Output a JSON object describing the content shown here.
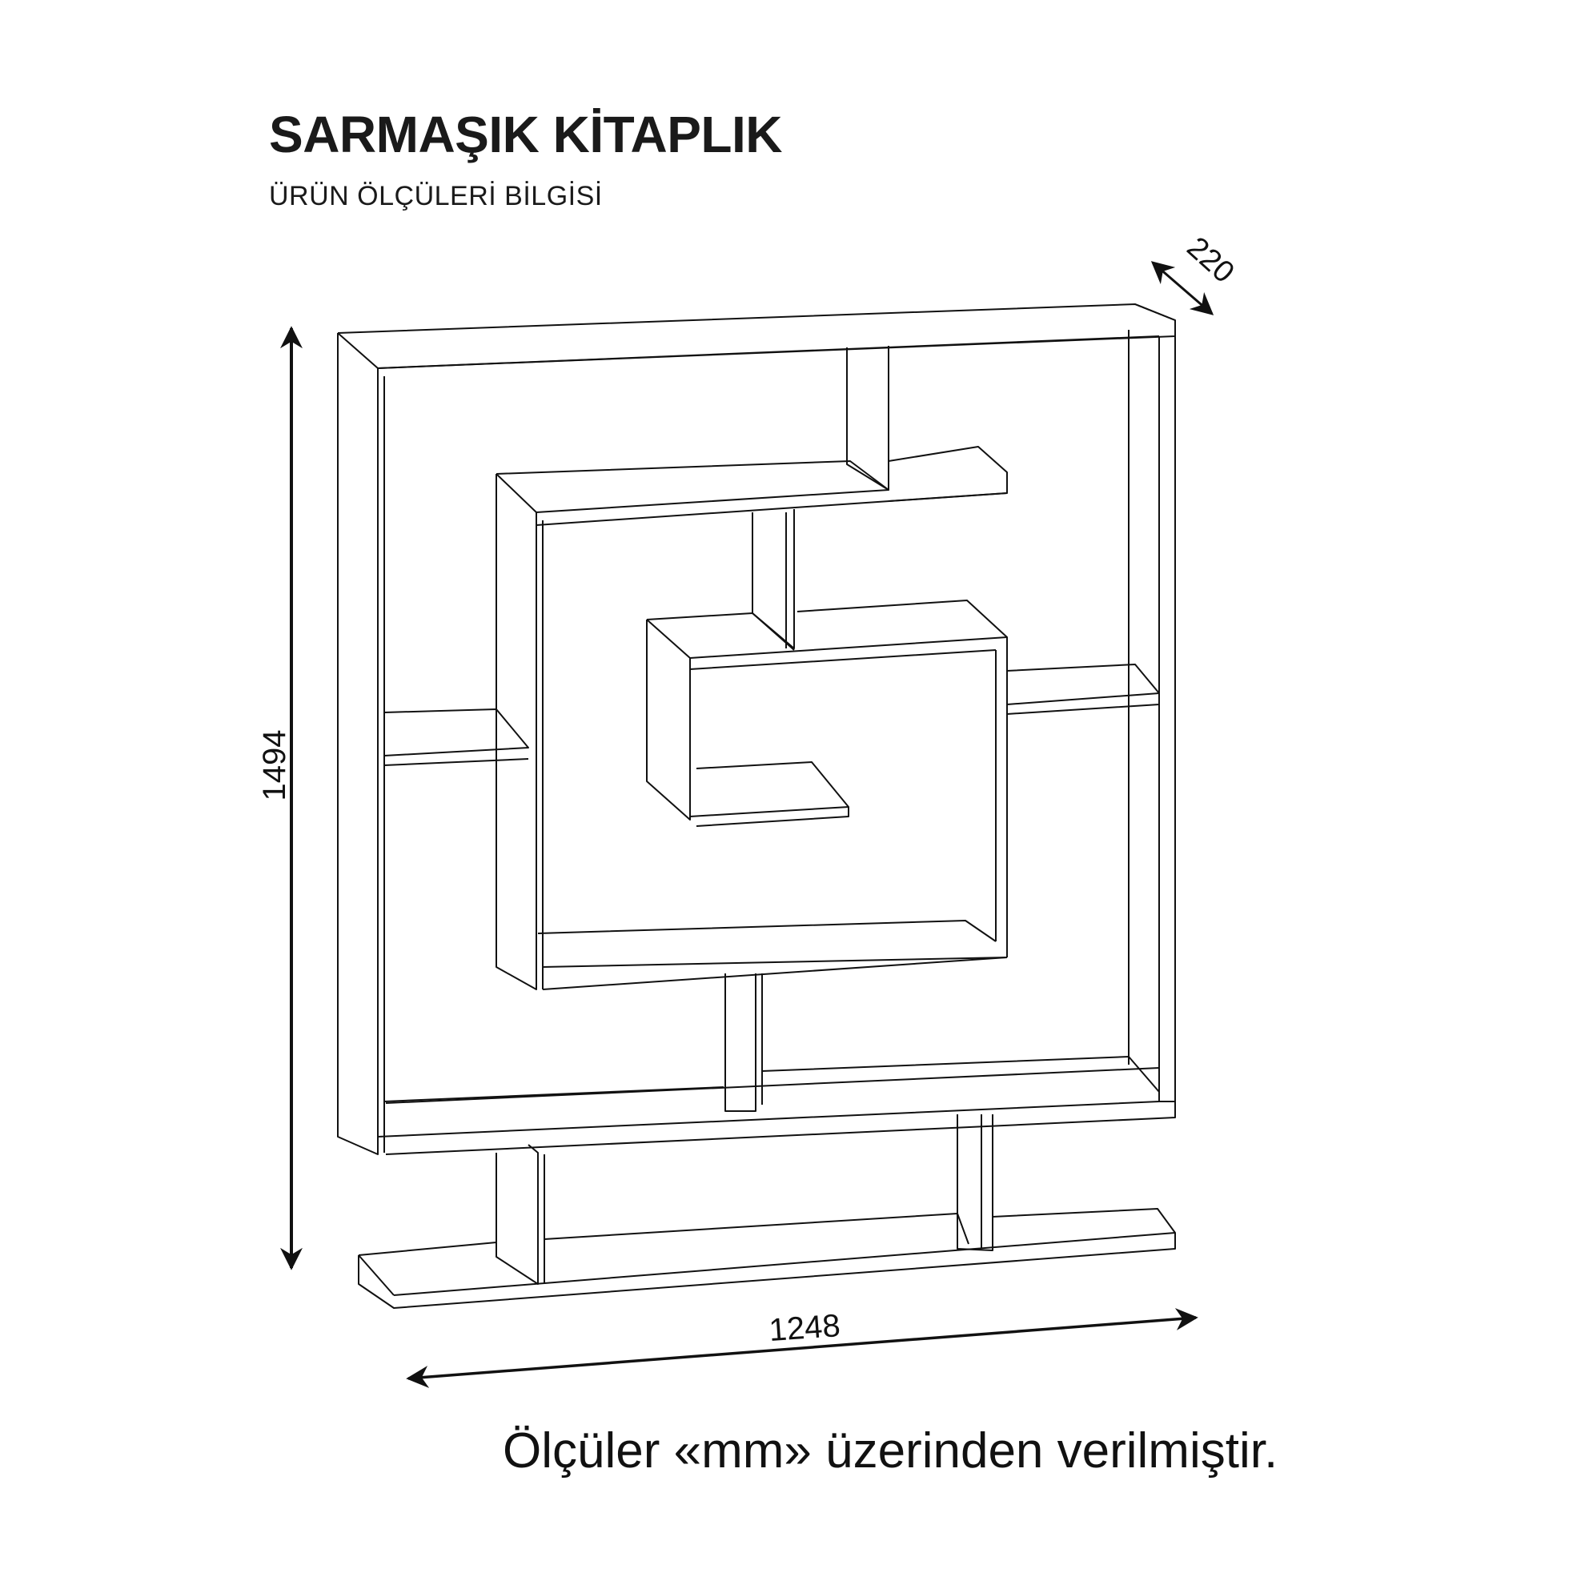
{
  "header": {
    "title": "SARMAŞIK KİTAPLIK",
    "subtitle": "ÜRÜN ÖLÇÜLERİ BİLGİSİ"
  },
  "dimensions": {
    "height": "1494",
    "width": "1248",
    "depth": "220",
    "unit": "mm"
  },
  "footnote": "Ölçüler «mm» üzerinden verilmiştir.",
  "colors": {
    "line": "#111111",
    "background": "#ffffff"
  }
}
